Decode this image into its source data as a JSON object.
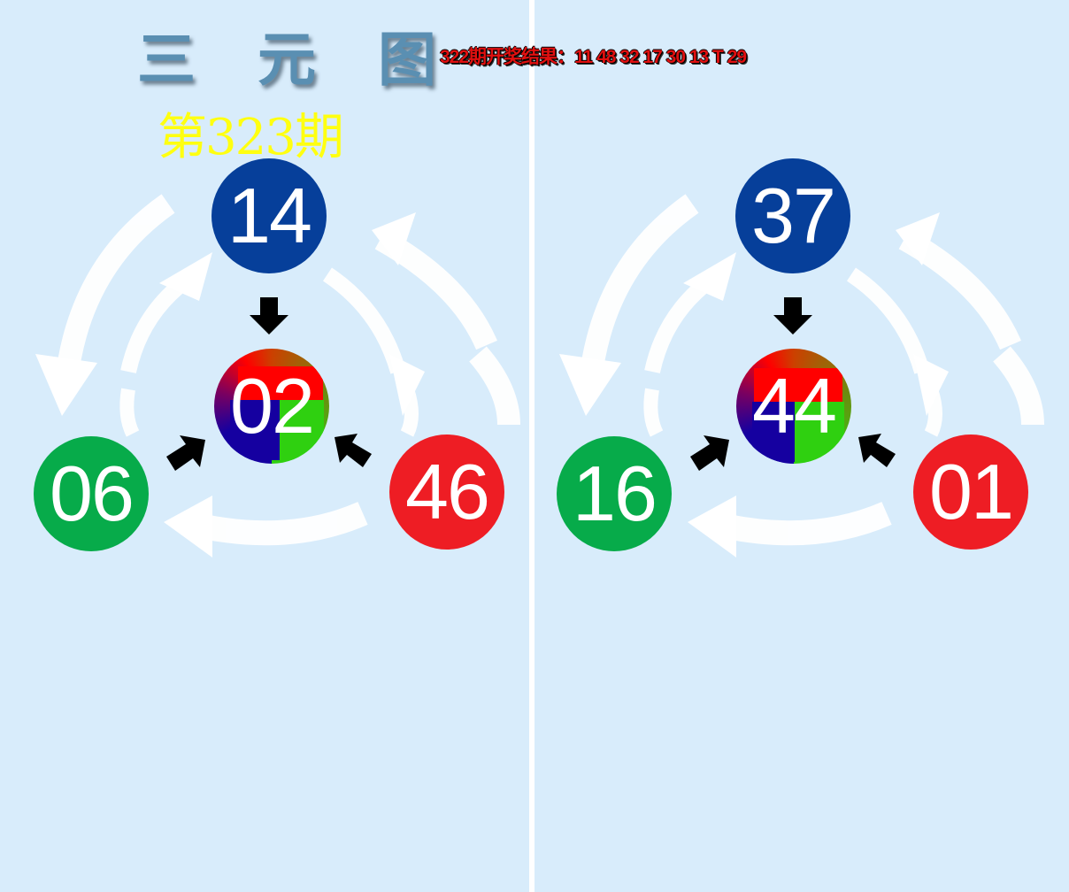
{
  "header": {
    "title": "三元图",
    "result_text": "322期开奖结果：11 48 32 17 30 13 T 29",
    "issue": "第323期"
  },
  "panels": [
    {
      "top": "14",
      "center": "02",
      "left": "06",
      "right": "46"
    },
    {
      "top": "37",
      "center": "44",
      "left": "16",
      "right": "01"
    }
  ],
  "colors": {
    "background": "#d8ecfb",
    "top_ball": "#063f9a",
    "left_ball": "#07ab4a",
    "right_ball": "#ee1d24",
    "issue_text": "#ffff10",
    "result_text": "#e01010"
  }
}
